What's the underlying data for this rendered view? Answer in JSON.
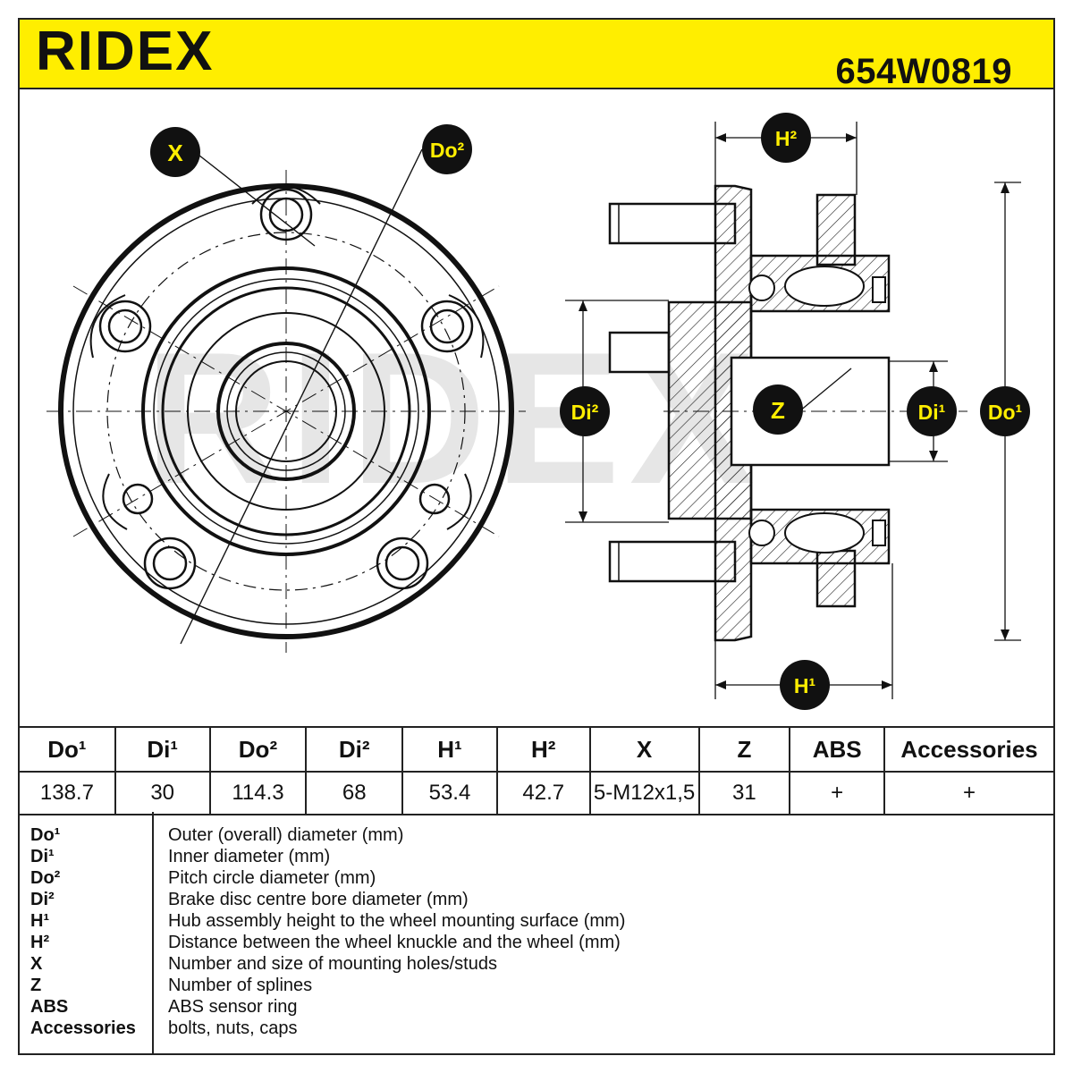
{
  "header": {
    "brand": "RIDEX",
    "part_number": "654W0819",
    "background_color": "#ffee00"
  },
  "labels": {
    "X": "X",
    "Do2": "Do²",
    "Di2": "Di²",
    "Z": "Z",
    "Di1": "Di¹",
    "Do1": "Do¹",
    "H1": "H¹",
    "H2": "H²"
  },
  "table": {
    "headers": [
      "Do¹",
      "Di¹",
      "Do²",
      "Di²",
      "H¹",
      "H²",
      "X",
      "Z",
      "ABS",
      "Accessories"
    ],
    "values": [
      "138.7",
      "30",
      "114.3",
      "68",
      "53.4",
      "42.7",
      "5-M12x1,5",
      "31",
      "+",
      "+"
    ]
  },
  "legend": [
    {
      "key": "Do¹",
      "desc": "Outer (overall) diameter (mm)"
    },
    {
      "key": "Di¹",
      "desc": "Inner diameter (mm)"
    },
    {
      "key": "Do²",
      "desc": "Pitch circle diameter (mm)"
    },
    {
      "key": "Di²",
      "desc": "Brake disc centre bore diameter (mm)"
    },
    {
      "key": "H¹",
      "desc": "Hub assembly height to the wheel mounting surface (mm)"
    },
    {
      "key": "H²",
      "desc": "Distance between the wheel knuckle and the wheel (mm)"
    },
    {
      "key": "X",
      "desc": "Number and size of mounting holes/studs"
    },
    {
      "key": "Z",
      "desc": "Number of splines"
    },
    {
      "key": "ABS",
      "desc": "ABS sensor ring"
    },
    {
      "key": "Accessories",
      "desc": "bolts, nuts, caps"
    }
  ]
}
